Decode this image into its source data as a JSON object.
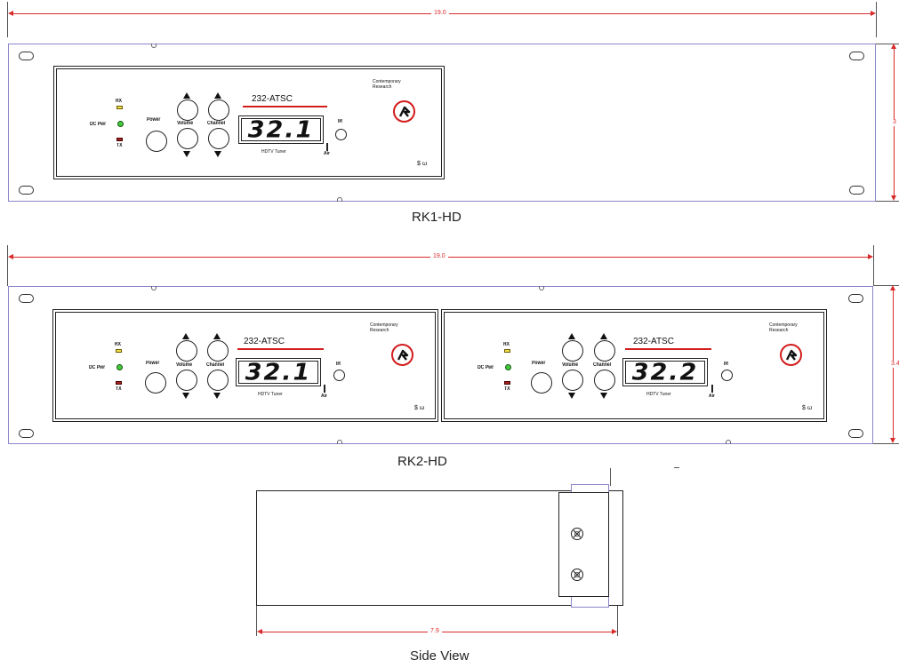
{
  "dimensions": {
    "rack_width_rk1": "19.0",
    "rack_height_rk1": "3",
    "rack_width_rk2": "19.0",
    "rack_height_rk2": "3.4",
    "side_depth": "7.9"
  },
  "labels": {
    "rk1_caption": "RK1-HD",
    "rk2_caption": "RK2-HD",
    "side_caption": "Side View"
  },
  "modules": [
    {
      "rx": "RX",
      "dc_pwr": "DC Pwr",
      "tx": "TX",
      "power": "Power",
      "volume": "Volume",
      "channel": "Channel",
      "model": "232-ATSC",
      "display": "32.1",
      "ir": "IR",
      "tuner": "HDTV Tuner",
      "air": "Air",
      "maker_line1": "Contemporary",
      "maker_line2": "Research",
      "mark": "$ ω"
    },
    {
      "rx": "RX",
      "dc_pwr": "DC Pwr",
      "tx": "TX",
      "power": "Power",
      "volume": "Volume",
      "channel": "Channel",
      "model": "232-ATSC",
      "display": "32.1",
      "ir": "IR",
      "tuner": "HDTV Tuner",
      "air": "Air",
      "maker_line1": "Contemporary",
      "maker_line2": "Research",
      "mark": "$ ω"
    },
    {
      "rx": "RX",
      "dc_pwr": "DC Pwr",
      "tx": "TX",
      "power": "Power",
      "volume": "Volume",
      "channel": "Channel",
      "model": "232-ATSC",
      "display": "32.2",
      "ir": "IR",
      "tuner": "HDTV Tuner",
      "air": "Air",
      "maker_line1": "Contemporary",
      "maker_line2": "Research",
      "mark": "$ ω"
    }
  ],
  "colors": {
    "dimension_line": "#d92b2b",
    "rack_outline": "#8a86c9",
    "led_rx": "#f3e14b",
    "led_power": "#45c93d",
    "led_tx": "#aa2222",
    "logo_ring": "#d31c1c"
  }
}
